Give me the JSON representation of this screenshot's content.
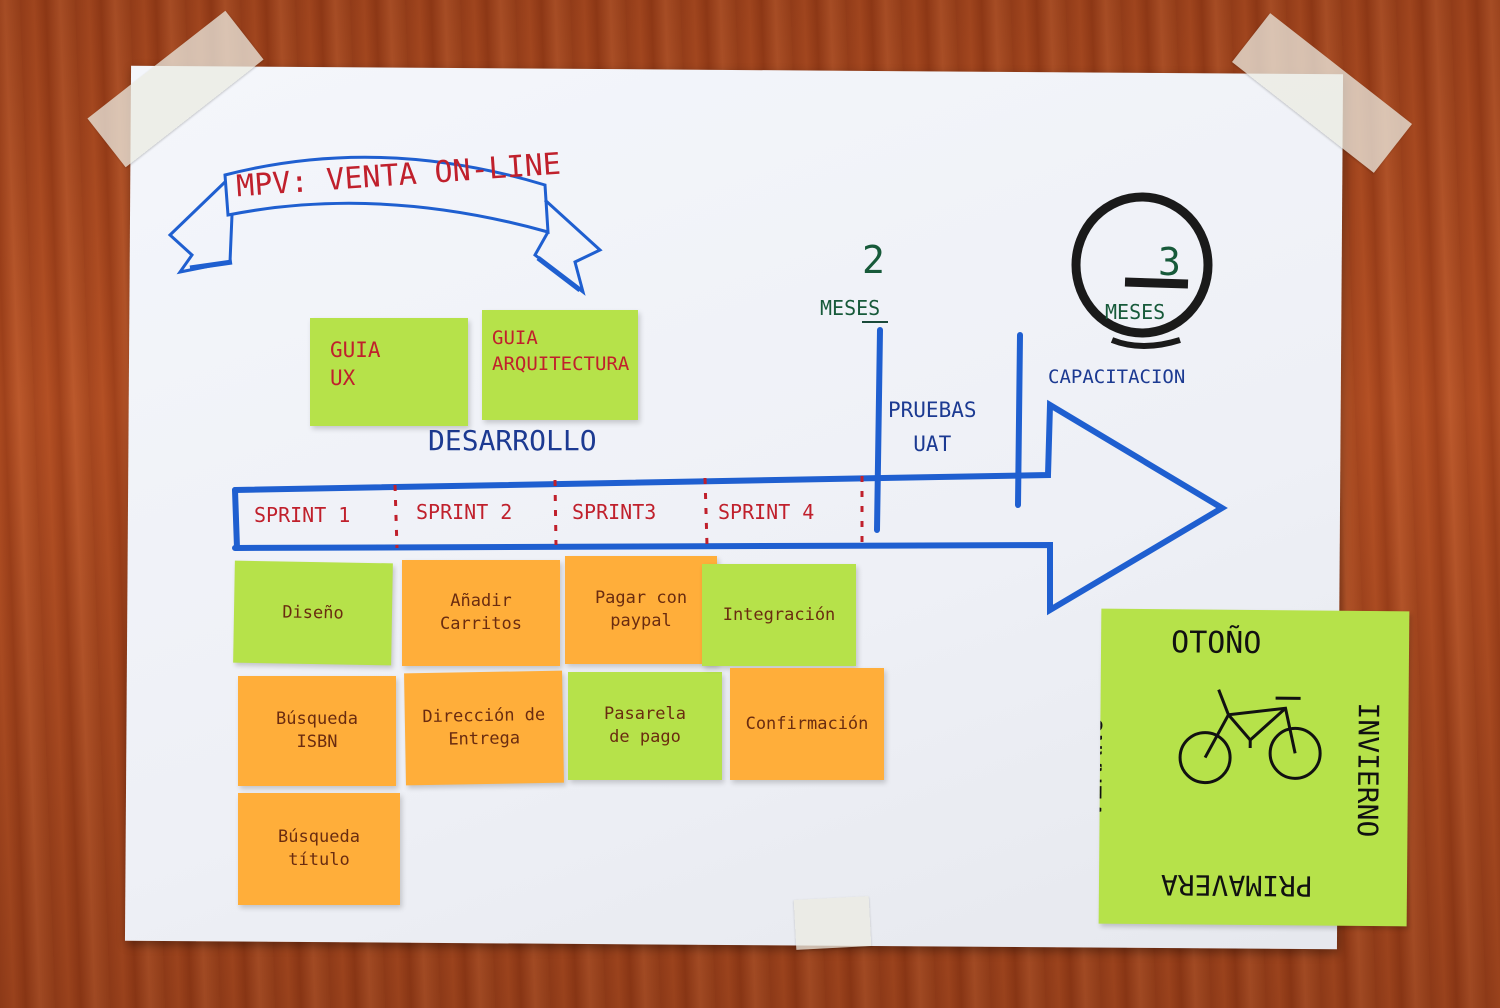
{
  "banner": {
    "title": "MPV: VENTA ON-LINE"
  },
  "phases": {
    "desarrollo": "DESARROLLO",
    "pruebas": "PRUEBAS\nUAT",
    "capacitacion": "CAPACITACION"
  },
  "milestones": {
    "m1_number": "2",
    "m1_unit": "MESES",
    "m2_number": "3",
    "m2_unit": "MESES"
  },
  "sprints": [
    "SPRINT 1",
    "SPRINT 2",
    "SPRINT3",
    "SPRINT 4"
  ],
  "guides": [
    "GUIA\nUX",
    "GUIA\nARQUITECTURA"
  ],
  "tasks": {
    "diseno": "Diseño",
    "busqueda_isbn": "Búsqueda\nISBN",
    "busqueda_titulo": "Búsqueda\ntítulo",
    "anadir_carritos": "Añadir\nCarritos",
    "direccion_entrega": "Dirección de\nEntrega",
    "pagar_paypal": "Pagar con\npaypal",
    "pasarela_pago": "Pasarela\nde pago",
    "integracion": "Integración",
    "confirmacion": "Confirmación"
  },
  "seasons": {
    "top": "OTOÑO",
    "left": "VERANO",
    "right": "INVIERNO",
    "bottom": "PRIMAVERA"
  },
  "colors": {
    "note_green": "#b6e24a",
    "note_orange": "#ffae3a",
    "marker_blue": "#1f5fd0",
    "marker_red": "#c0202c"
  }
}
